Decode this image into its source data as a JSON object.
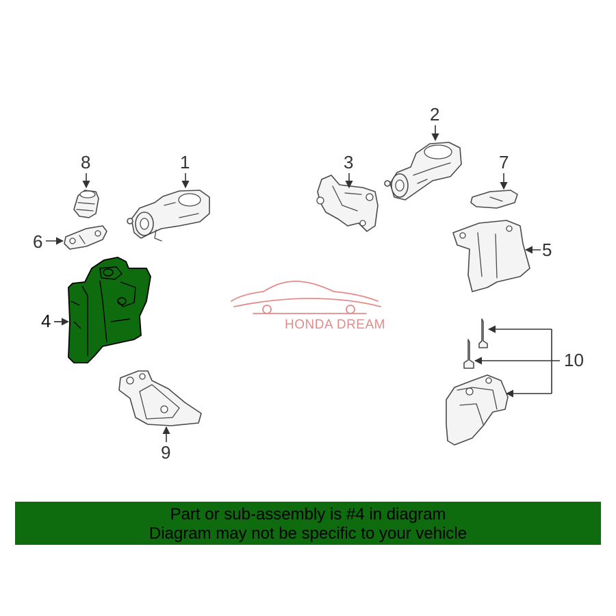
{
  "diagram": {
    "callouts": {
      "c1": "1",
      "c2": "2",
      "c3": "3",
      "c4": "4",
      "c5": "5",
      "c6": "6",
      "c7": "7",
      "c8": "8",
      "c9": "9",
      "c10": "10"
    },
    "highlighted_part": "4",
    "highlight_color": "#0e6b0e",
    "watermark_text": "HONDA DREAM",
    "watermark_color": "#e58a8a"
  },
  "banner": {
    "line1": "Part or sub-assembly is #4 in diagram",
    "line2": "Diagram may not be specific to your vehicle",
    "background": "#0e6b0e"
  }
}
